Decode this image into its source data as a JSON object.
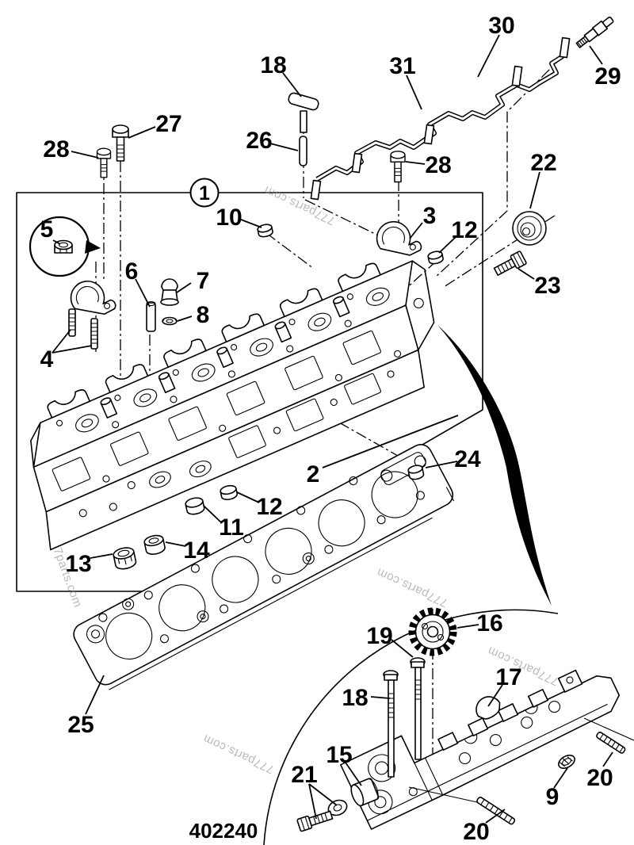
{
  "document": {
    "type": "exploded-parts-diagram",
    "drawing_number": "402240",
    "watermark_text": "777parts.com",
    "background_color": "#ffffff",
    "line_color": "#000000",
    "watermark_color": "#8f8f8f"
  },
  "callouts": {
    "c1": "1",
    "c2": "2",
    "c3": "3",
    "c4": "4",
    "c5": "5",
    "c6": "6",
    "c7": "7",
    "c8": "8",
    "c9": "9",
    "c10": "10",
    "c11": "11",
    "c12a": "12",
    "c12b": "12",
    "c13": "13",
    "c14": "14",
    "c15": "15",
    "c16": "16",
    "c17": "17",
    "c18a": "18",
    "c18b": "18",
    "c19": "19",
    "c20a": "20",
    "c20b": "20",
    "c21": "21",
    "c22": "22",
    "c23": "23",
    "c24": "24",
    "c25": "25",
    "c26": "26",
    "c27": "27",
    "c28a": "28",
    "c28b": "28",
    "c29": "29",
    "c30": "30",
    "c31": "31"
  }
}
